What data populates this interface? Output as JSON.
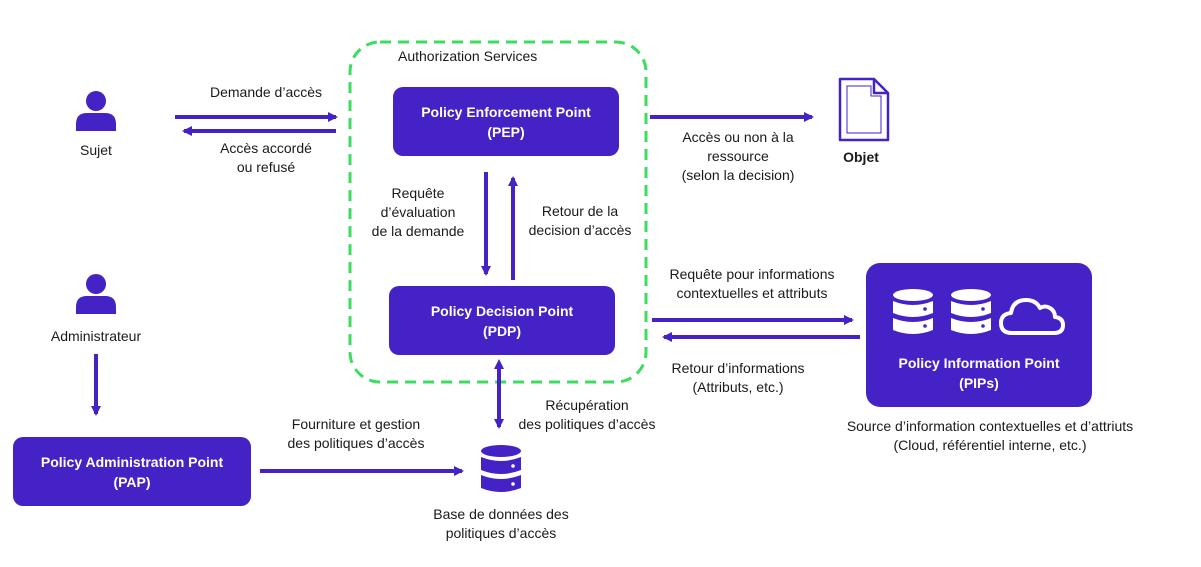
{
  "colors": {
    "accent": "#4522c6",
    "dashed_border": "#3ddc5f",
    "text": "#1a1a1a",
    "white": "#ffffff"
  },
  "group": {
    "title": "Authorization Services"
  },
  "actors": {
    "subject": {
      "label": "Sujet",
      "icon": "user-icon"
    },
    "admin": {
      "label": "Administrateur",
      "icon": "user-icon"
    },
    "object": {
      "label": "Objet",
      "icon": "document-icon"
    }
  },
  "boxes": {
    "pep": {
      "line1": "Policy Enforcement Point",
      "line2": "(PEP)"
    },
    "pdp": {
      "line1": "Policy Decision Point",
      "line2": "(PDP)"
    },
    "pap": {
      "line1": "Policy Administration Point",
      "line2": "(PAP)"
    },
    "pip": {
      "line1": "Policy Information Point",
      "line2": "(PIPs)",
      "icons": [
        "database-icon",
        "database-icon",
        "cloud-icon"
      ]
    }
  },
  "database": {
    "icon": "database-icon",
    "line1": "Base de données des",
    "line2": "politiques d’accès"
  },
  "edges": {
    "access_request": {
      "line1": "Demande d’accès"
    },
    "access_answer": {
      "line1": "Accès accordé",
      "line2": "ou refusé"
    },
    "resource_access": {
      "line1": "Accès ou non à la",
      "line2": "ressource",
      "line3": "(selon la decision)"
    },
    "eval_request": {
      "line1": "Requête",
      "line2": "d’évaluation",
      "line3": "de la demande"
    },
    "decision_return": {
      "line1": "Retour de la",
      "line2": "decision d’accès"
    },
    "info_request": {
      "line1": "Requête pour informations",
      "line2": "contextuelles et attributs"
    },
    "info_return": {
      "line1": "Retour d’informations",
      "line2": "(Attributs, etc.)"
    },
    "policy_retrieval": {
      "line1": "Récupération",
      "line2": "des politiques d’accès"
    },
    "policy_supply": {
      "line1": "Fourniture et gestion",
      "line2": "des politiques d’accès"
    }
  },
  "pip_source": {
    "line1": "Source d’information contextuelles et d’attriuts",
    "line2": "(Cloud, référentiel interne, etc.)"
  }
}
